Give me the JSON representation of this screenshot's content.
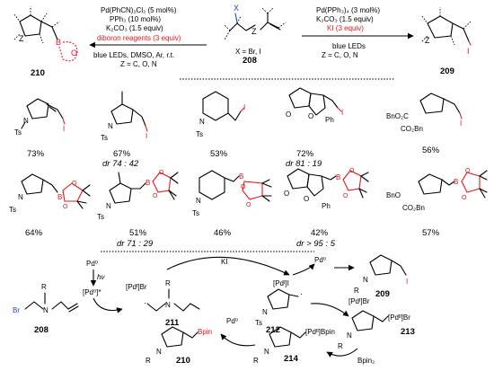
{
  "left_conditions": {
    "line1": "Pd(PhCN)₂Cl₂ (5 mol%)",
    "line2": "PPh₃ (10 mol%)",
    "line3": "K₂CO₃ (1.5 equiv)",
    "line4": "diboron reagents (3 equiv)",
    "line5": "blue LEDs, DMSO, Ar, r.t.",
    "line6": "Z = C, O, N"
  },
  "right_conditions": {
    "line1": "Pd(PPh₃)₄ (3 mol%)",
    "line2": "K₂CO₃ (1.5 equiv)",
    "line3": "KI (3 equiv)",
    "line4": "blue LEDs",
    "line5": "Z = C, O, N"
  },
  "substrate": {
    "x_label": "X",
    "z_label": "Z",
    "x_def": "X = Br, I",
    "number": "208"
  },
  "product_left": {
    "number": "210",
    "z_label": "Z",
    "b_label": "B",
    "o_label": "O"
  },
  "product_right": {
    "number": "209",
    "z_label": "Z",
    "i_label": "I"
  },
  "iodide_row": [
    {
      "yield": "73%",
      "dr": ""
    },
    {
      "yield": "67%",
      "dr": "dr 74 : 42"
    },
    {
      "yield": "53%",
      "dr": ""
    },
    {
      "yield": "72%",
      "dr": "dr 81 : 19"
    },
    {
      "yield": "56%",
      "dr": ""
    }
  ],
  "boron_row": [
    {
      "yield": "64%",
      "dr": ""
    },
    {
      "yield": "51%",
      "dr": "dr 71 : 29"
    },
    {
      "yield": "46%",
      "dr": ""
    },
    {
      "yield": "42%",
      "dr": "dr > 95 : 5"
    },
    {
      "yield": "57%",
      "dr": ""
    }
  ],
  "atoms": {
    "ts": "Ts",
    "n": "N",
    "i": "I",
    "b": "B",
    "o": "O",
    "ph": "Ph",
    "r": "R",
    "br": "Br",
    "bno": "BnO",
    "bno2c": "BnO₂C",
    "co2bn": "CO₂Bn",
    "bnoc": "BnO"
  },
  "mechanism": {
    "pd0_top": "Pd⁰",
    "hv": "hν",
    "pd0_star": "[Pd⁰]*",
    "pd1_br_left": "[Pdᴵ]Br",
    "ki": "KI",
    "pd1_i": "[Pdᴵ]I",
    "pd0_right": "Pd⁰",
    "pd1_br_right": "[Pdᴵ]Br",
    "pd2_br": "[Pdᴵᴵ]Br",
    "pd2_bpin": "[Pdᴵᴵ]Bpin",
    "bpin2": "Bpin₂",
    "pd0_bottom": "Pd⁰",
    "bpin": "Bpin",
    "n208": "208",
    "n211": "211",
    "n212": "212",
    "n213": "213",
    "n214": "214",
    "n209": "209",
    "n210": "210"
  }
}
